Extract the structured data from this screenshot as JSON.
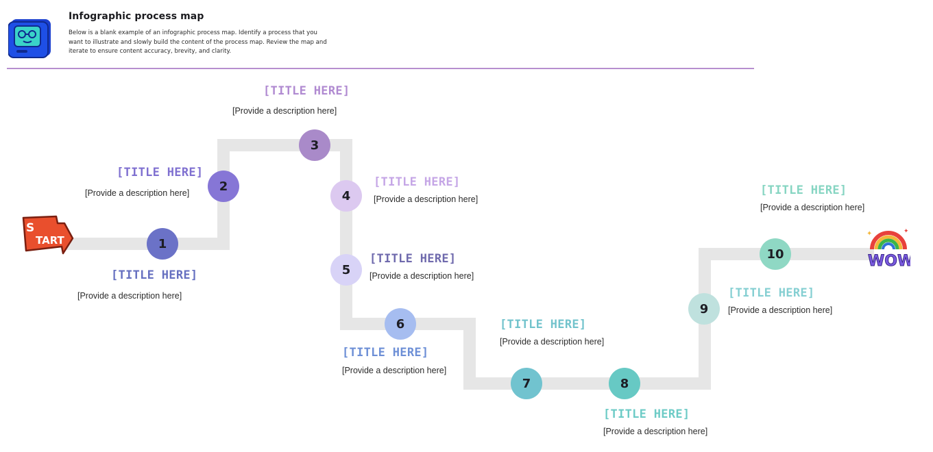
{
  "header": {
    "title": "Infographic process map",
    "description": "Below is a blank example of an infographic process map. Identify a process that you want to illustrate and slowly build the content of the process map. Review the map and iterate to ensure content accuracy, brevity, and clarity."
  },
  "badges": {
    "start_text": "START",
    "end_text": "WOW",
    "start_icon": "start-arrow-sign-icon",
    "end_icon": "rainbow-wow-icon",
    "header_icon": "robot-computer-icon"
  },
  "steps": [
    {
      "number": "1",
      "title": "[TITLE HERE]",
      "description": "[Provide a description here]",
      "color": "#6b72c7",
      "title_color": "#6670c0"
    },
    {
      "number": "2",
      "title": "[TITLE HERE]",
      "description": "[Provide a description here]",
      "color": "#8676d6",
      "title_color": "#7f70d0"
    },
    {
      "number": "3",
      "title": "[TITLE HERE]",
      "description": "[Provide a description here]",
      "color": "#a98ac9",
      "title_color": "#b08ad1"
    },
    {
      "number": "4",
      "title": "[TITLE HERE]",
      "description": "[Provide a description here]",
      "color": "#dcc9f0",
      "title_color": "#c5a6e6"
    },
    {
      "number": "5",
      "title": "[TITLE HERE]",
      "description": "[Provide a description here]",
      "color": "#d8d3f7",
      "title_color": "#6f6aad"
    },
    {
      "number": "6",
      "title": "[TITLE HERE]",
      "description": "[Provide a description here]",
      "color": "#a6bdf0",
      "title_color": "#6d8fd6"
    },
    {
      "number": "7",
      "title": "[TITLE HERE]",
      "description": "[Provide a description here]",
      "color": "#71c3cf",
      "title_color": "#72c3cc"
    },
    {
      "number": "8",
      "title": "[TITLE HERE]",
      "description": "[Provide a description here]",
      "color": "#67c9c4",
      "title_color": "#6dcbc6"
    },
    {
      "number": "9",
      "title": "[TITLE HERE]",
      "description": "[Provide a description here]",
      "color": "#bfe1de",
      "title_color": "#85cfd2"
    },
    {
      "number": "10",
      "title": "[TITLE HERE]",
      "description": "[Provide a description here]",
      "color": "#8fd8c4",
      "title_color": "#86d5c2"
    }
  ],
  "colors": {
    "path": "#e6e6e6",
    "rule": "#b68fcf"
  }
}
